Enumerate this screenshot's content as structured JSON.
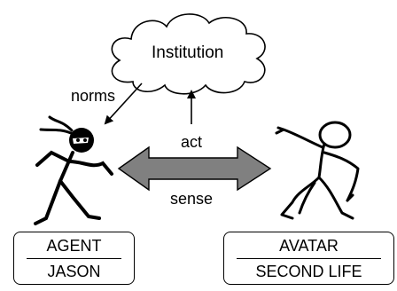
{
  "diagram": {
    "cloud_label": "Institution",
    "norms_label": "norms",
    "act_label": "act",
    "sense_label": "sense",
    "agent_box": {
      "top": "AGENT",
      "bottom": "JASON"
    },
    "avatar_box": {
      "top": "AVATAR",
      "bottom": "SECOND LIFE"
    }
  },
  "colors": {
    "double_arrow_fill": "#808080",
    "ink": "#000000"
  }
}
